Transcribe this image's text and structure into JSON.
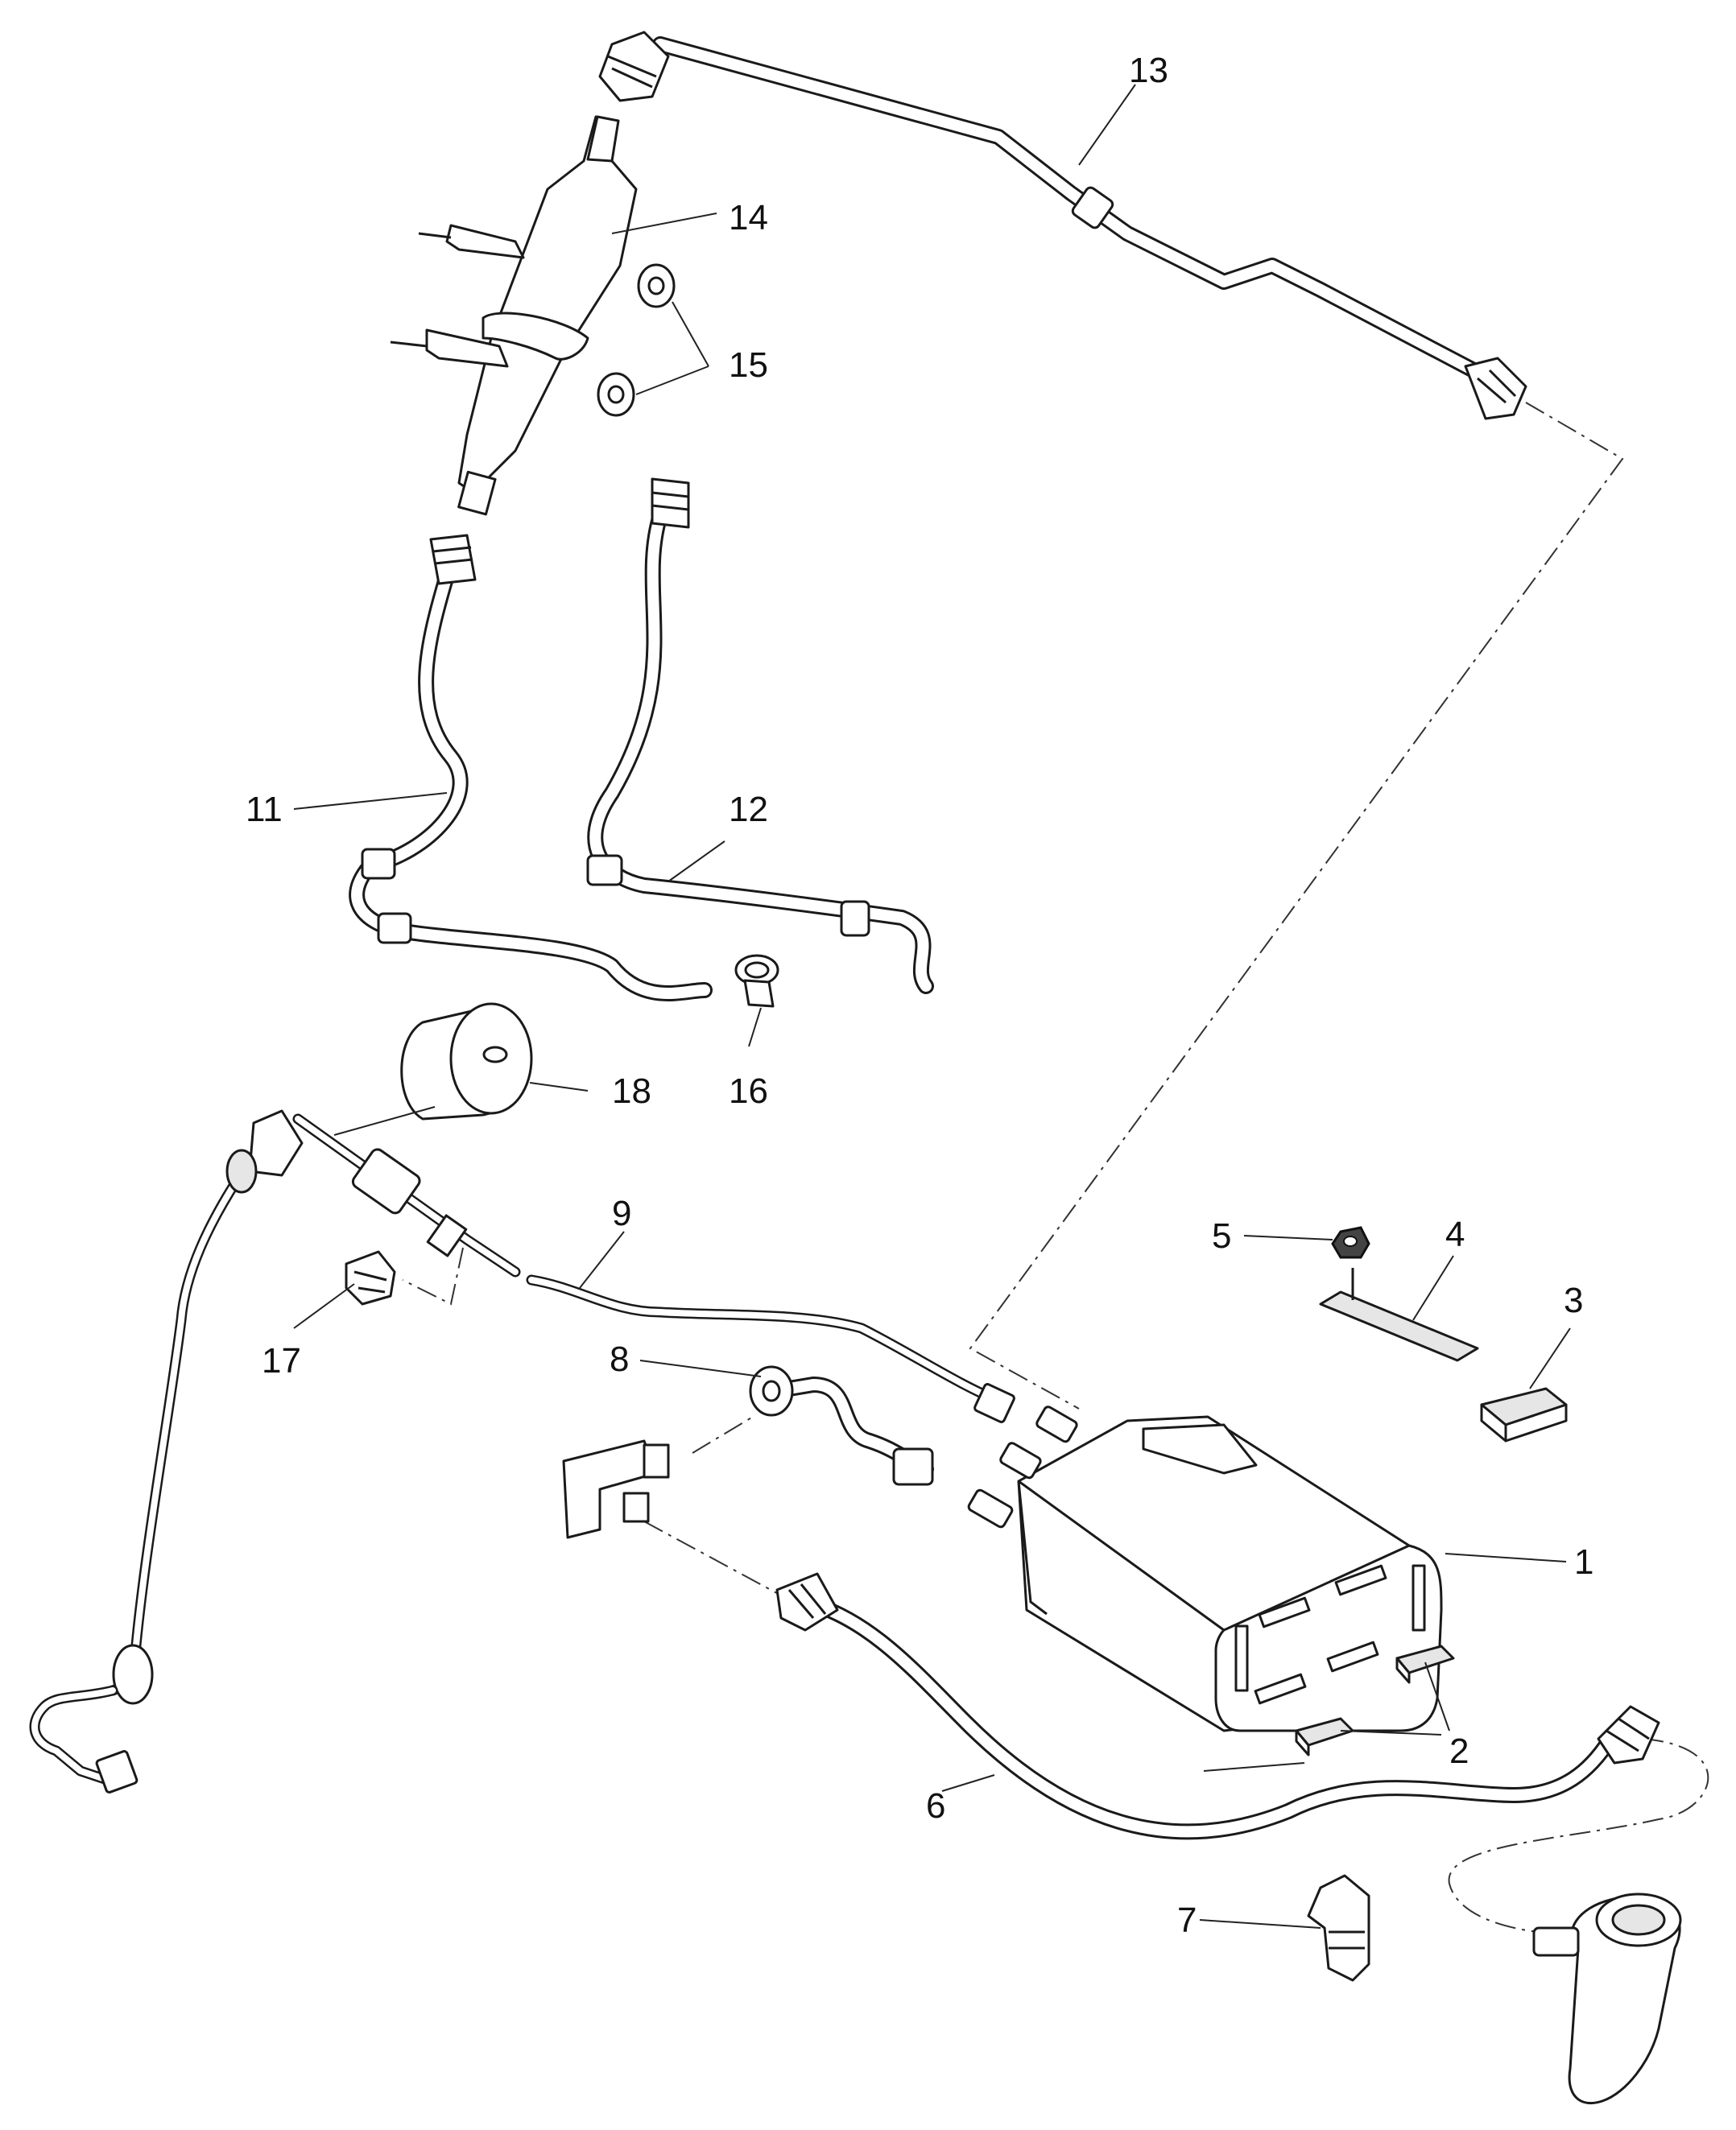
{
  "diagram": {
    "callouts": [
      {
        "id": "1",
        "label": "1"
      },
      {
        "id": "2",
        "label": "2"
      },
      {
        "id": "3",
        "label": "3"
      },
      {
        "id": "4",
        "label": "4"
      },
      {
        "id": "5",
        "label": "5"
      },
      {
        "id": "6",
        "label": "6"
      },
      {
        "id": "7",
        "label": "7"
      },
      {
        "id": "8",
        "label": "8"
      },
      {
        "id": "9",
        "label": "9"
      },
      {
        "id": "11",
        "label": "11"
      },
      {
        "id": "12",
        "label": "12"
      },
      {
        "id": "13",
        "label": "13"
      },
      {
        "id": "14",
        "label": "14"
      },
      {
        "id": "15",
        "label": "15"
      },
      {
        "id": "16",
        "label": "16"
      },
      {
        "id": "17",
        "label": "17"
      },
      {
        "id": "18",
        "label": "18"
      }
    ]
  }
}
